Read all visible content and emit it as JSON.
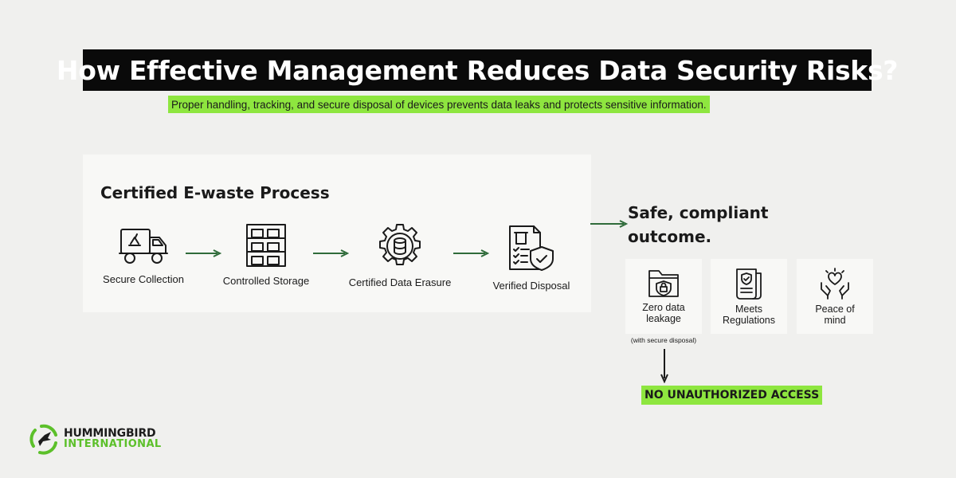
{
  "header": {
    "title": "How Effective Management Reduces Data Security Risks?",
    "subtitle": "Proper handling, tracking, and secure disposal of devices prevents data leaks and protects sensitive information."
  },
  "process": {
    "title": "Certified E-waste Process",
    "steps": [
      {
        "label": "Secure Collection",
        "icon": "recycling-truck-icon"
      },
      {
        "label": "Controlled Storage",
        "icon": "storage-shelf-icon"
      },
      {
        "label": "Certified Data Erasure",
        "icon": "data-erasure-gear-icon"
      },
      {
        "label": "Verified Disposal",
        "icon": "disposal-checklist-icon"
      }
    ]
  },
  "outcome": {
    "title": "Safe, compliant outcome.",
    "cards": [
      {
        "label": "Zero data leakage",
        "icon": "locked-folder-icon"
      },
      {
        "label": "Meets Regulations",
        "icon": "regulation-document-icon"
      },
      {
        "label": "Peace of mind",
        "icon": "hands-heart-icon"
      }
    ],
    "note": "(with secure disposal)",
    "result": "NO UNAUTHORIZED ACCESS"
  },
  "brand": {
    "line1": "HUMMINGBIRD",
    "line2": "INTERNATIONAL",
    "accent_color": "#8ee63f",
    "arrow_color": "#2f6b3a"
  }
}
